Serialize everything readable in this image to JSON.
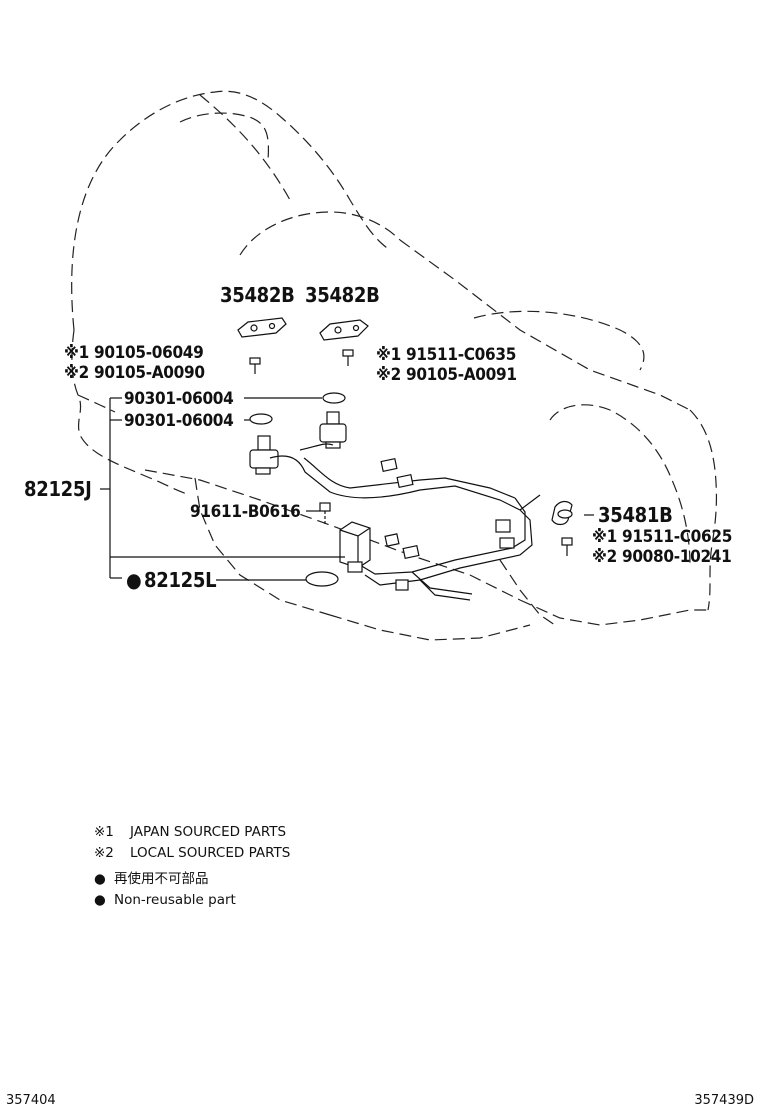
{
  "callouts": {
    "bracket_left": "35482B",
    "bracket_right": "35482B",
    "bolt_left_j": "90105-06049",
    "bolt_left_l": "90105-A0090",
    "bolt_right_j": "91511-C0635",
    "bolt_right_l": "90105-A0091",
    "oring_upper": "90301-06004",
    "oring_lower": "90301-06004",
    "harness_assy": "82125J",
    "bolt_connector": "91611-B0616",
    "harness_sub": "82125L",
    "clamp": "35481B",
    "clamp_bolt_j": "91511-C0625",
    "clamp_bolt_l": "90080-10241"
  },
  "marks": {
    "japan": "※1",
    "local": "※2",
    "non_reusable": "●"
  },
  "legend": {
    "japan": "JAPAN SOURCED PARTS",
    "local": "LOCAL SOURCED PARTS",
    "non_reusable_jp": "再使用不可部品",
    "non_reusable_en": "Non-reusable part"
  },
  "footer": {
    "left_code": "357404",
    "right_code": "357439D"
  }
}
